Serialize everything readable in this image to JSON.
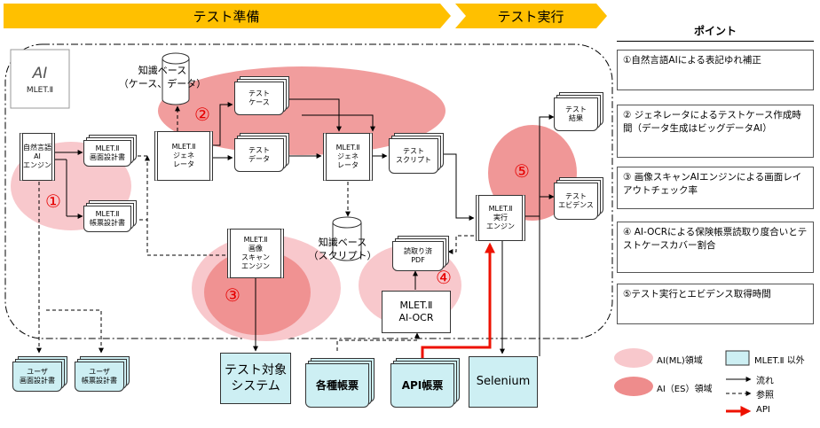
{
  "phases": {
    "prep": "テスト準備",
    "exec": "テスト実行"
  },
  "logo": {
    "text": "MLET.Ⅱ",
    "mark": "AI"
  },
  "nodes": {
    "nlp_engine": [
      "自然言語",
      "AI",
      "エンジン"
    ],
    "screen_design": [
      "MLET.Ⅱ",
      "画面設計書"
    ],
    "form_design": [
      "MLET.Ⅱ",
      "帳票設計書"
    ],
    "generator1": [
      "MLET.Ⅱ",
      "ジェネ",
      "レータ"
    ],
    "kb_case": [
      "知識ベース",
      "（ケース、データ）"
    ],
    "test_case": [
      "テスト",
      "ケース"
    ],
    "test_data": [
      "テスト",
      "データ"
    ],
    "generator2": [
      "MLET.Ⅱ",
      "ジェネ",
      "レータ"
    ],
    "test_script": [
      "テスト",
      "スクリプト"
    ],
    "kb_script": [
      "知識ベース",
      "（スクリプト）"
    ],
    "image_scan": [
      "MLET.Ⅱ",
      "画像",
      "スキャン",
      "エンジン"
    ],
    "exec_engine": [
      "MLET.Ⅱ",
      "実行",
      "エンジン"
    ],
    "read_pdf": [
      "読取り済",
      "PDF"
    ],
    "ai_ocr": [
      "MLET.Ⅱ",
      "AI-OCR"
    ],
    "test_result": [
      "テスト",
      "結果"
    ],
    "test_evidence": [
      "テスト",
      "エビデンス"
    ],
    "user_screen": [
      "ユーザ",
      "画面設計書"
    ],
    "user_form": [
      "ユーザ",
      "帳票設計書"
    ],
    "target_system": [
      "テスト対象",
      "システム"
    ],
    "various_forms": "各種帳票",
    "api_forms": "API帳票",
    "selenium": "Selenium"
  },
  "area_numbers": [
    "①",
    "②",
    "③",
    "④",
    "⑤"
  ],
  "points": {
    "title": "ポイント",
    "items": [
      "①自然言語AIによる表記ゆれ補正",
      "② ジェネレータによるテストケース作成時間（データ生成はビッグデータAI）",
      "③ 画像スキャンAIエンジンによる画面レイアウトチェック率",
      "④ AI-OCRによる保険帳票読取り度合いとテストケースカバー割合",
      "⑤テスト実行とエビデンス取得時間"
    ]
  },
  "legend": {
    "ml_area": "AI(ML)領域",
    "es_area": "AI（ES）領域",
    "non_mlet": "MLET.Ⅱ 以外",
    "flow": "流れ",
    "reference": "参照",
    "api": "API"
  },
  "colors": {
    "phase_fill": "#FFC000",
    "ml_area": "#F8C8CC",
    "es_area": "#EE8C8C",
    "external_box": "#CDEFF3",
    "api_arrow": "#EE1100",
    "area_number": "#E60000"
  }
}
